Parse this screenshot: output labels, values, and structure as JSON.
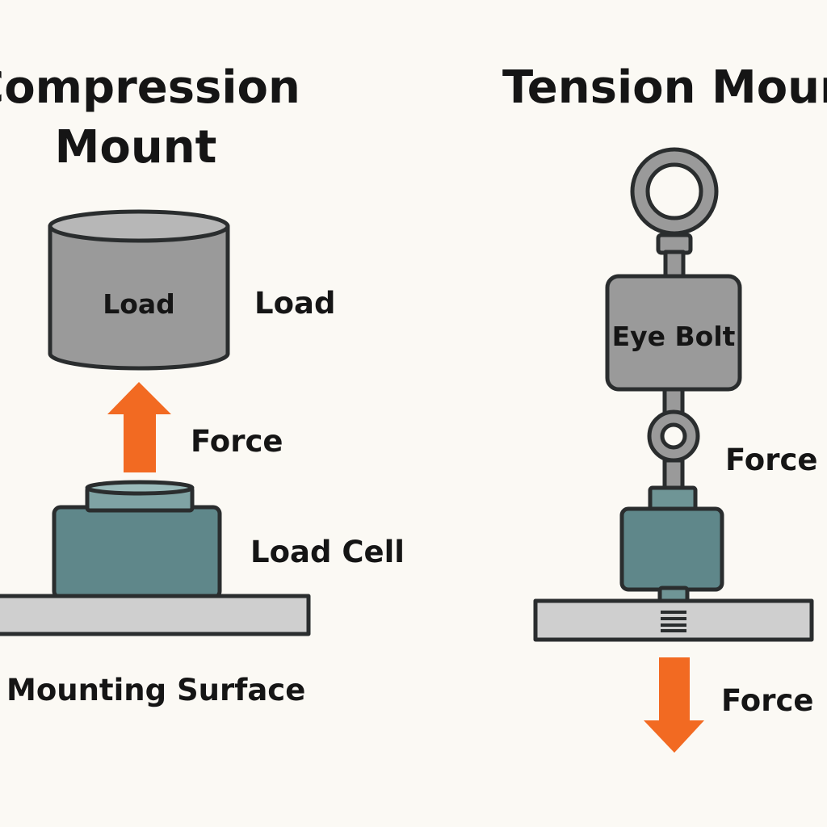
{
  "compression": {
    "title_line1": "Compression",
    "title_line2": "Mount",
    "load_inner_label": "Load",
    "load_label": "Load",
    "force_label": "Force",
    "load_cell_label": "Load Cell",
    "surface_label": "Mounting Surface"
  },
  "tension": {
    "title": "Tension Mount",
    "eye_bolt_label": "Eye Bolt",
    "force_upper_label": "Force",
    "force_lower_label": "Force"
  },
  "colors": {
    "background": "#fbf9f4",
    "load_gray": "#9a9a9a",
    "load_cell_teal": "#5f878a",
    "surface_gray": "#cfcfcf",
    "force_arrow": "#f26a22",
    "outline": "#2a2d2e"
  }
}
